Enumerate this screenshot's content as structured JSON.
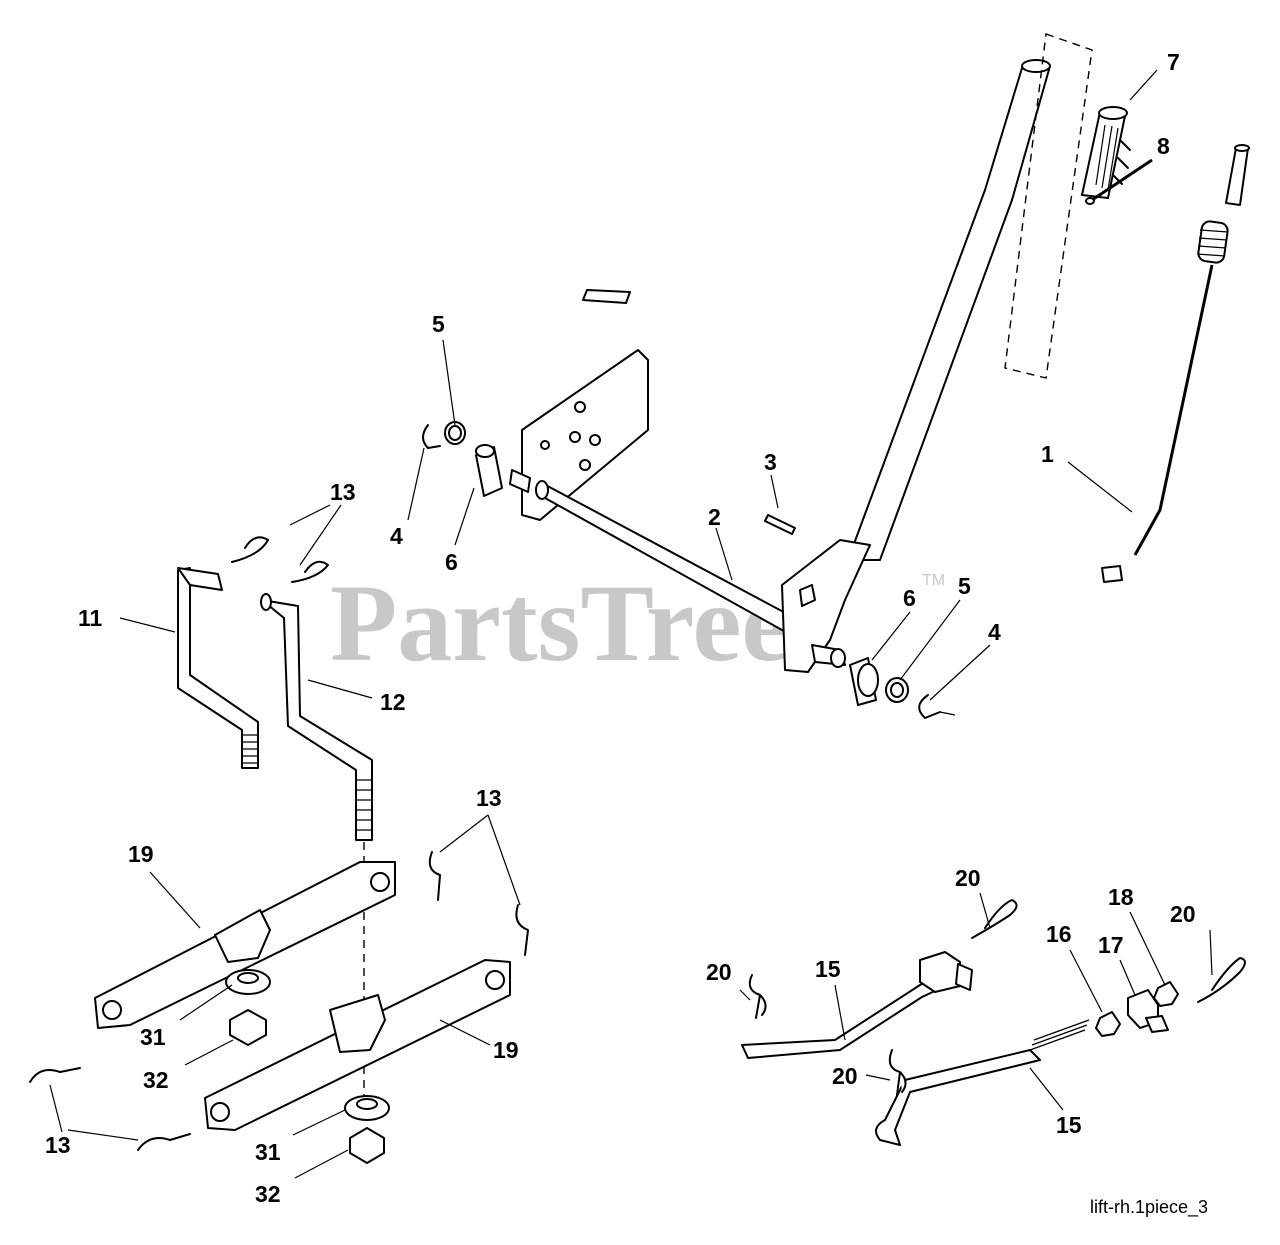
{
  "watermark": {
    "brand": "PartsTree",
    "trademark": "TM"
  },
  "caption": "lift-rh.1piece_3",
  "callouts": {
    "c1": "1",
    "c2": "2",
    "c3": "3",
    "c4a": "4",
    "c4b": "4",
    "c5a": "5",
    "c5b": "5",
    "c6a": "6",
    "c6b": "6",
    "c7": "7",
    "c8": "8",
    "c11": "11",
    "c12": "12",
    "c13a": "13",
    "c13b": "13",
    "c13c": "13",
    "c15a": "15",
    "c15b": "15",
    "c16": "16",
    "c17": "17",
    "c18": "18",
    "c19a": "19",
    "c19b": "19",
    "c20a": "20",
    "c20b": "20",
    "c20c": "20",
    "c20d": "20",
    "c31a": "31",
    "c31b": "31",
    "c32a": "32",
    "c32b": "32"
  }
}
